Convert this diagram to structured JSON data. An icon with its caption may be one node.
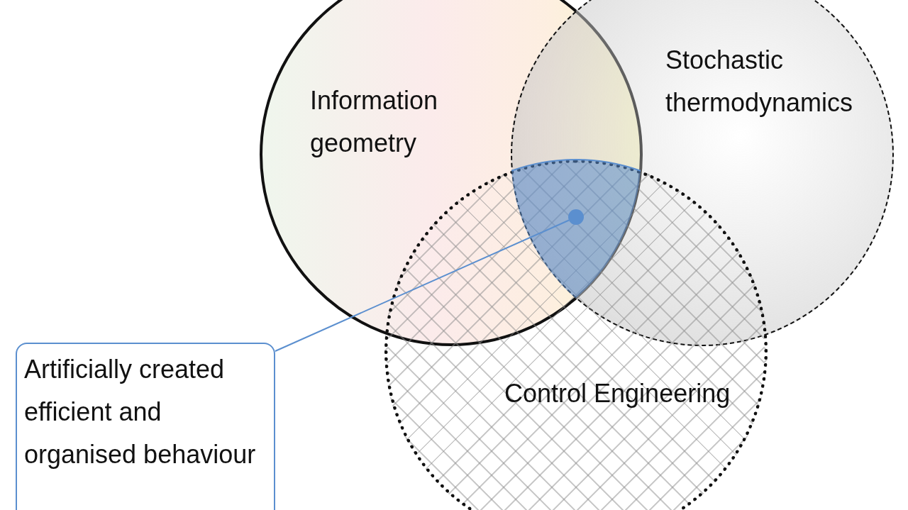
{
  "diagram": {
    "nodes": [
      {
        "text": [
          "Information geometry"
        ]
      },
      {
        "text": [
          "Stochastic thermodynamics"
        ]
      },
      {
        "text": [],
        "shape": "circle"
      },
      {
        "text": [
          "Artificially created efficient and organised behaviour"
        ]
      },
      {
        "text": [
          "Control Engineering"
        ]
      }
    ],
    "edges": [
      {
        "from": 3,
        "to": 2,
        "arrow": "none"
      }
    ]
  }
}
